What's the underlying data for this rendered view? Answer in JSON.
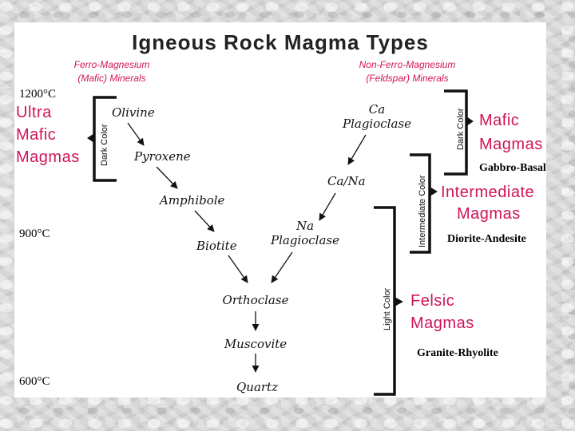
{
  "title": "Igneous Rock Magma Types",
  "columns": {
    "left": [
      "Ferro-Magnesium",
      "(Mafic) Minerals"
    ],
    "right": [
      "Non-Ferro-Magnesium",
      "(Feldspar) Minerals"
    ]
  },
  "temperatures": [
    "1200°C",
    "900°C",
    "600°C"
  ],
  "minerals": {
    "olivine": "Olivine",
    "pyroxene": "Pyroxene",
    "amphibole": "Amphibole",
    "biotite": "Biotite",
    "ca_plagioclase": [
      "Ca",
      "Plagioclase"
    ],
    "ca_na": "Ca/Na",
    "na_plagioclase": [
      "Na",
      "Plagioclase"
    ],
    "orthoclase": "Orthoclase",
    "muscovite": "Muscovite",
    "quartz": "Quartz"
  },
  "brackets": {
    "dark_left": "Dark Color",
    "dark_right": "Dark Color",
    "intermediate": "Intermediate Color",
    "light": "Light Color"
  },
  "magmas": {
    "ultramafic": [
      "Ultra",
      "Mafic",
      "Magmas"
    ],
    "mafic": [
      "Mafic",
      "Magmas"
    ],
    "intermediate": [
      "Intermediate",
      "Magmas"
    ],
    "felsic": [
      "Felsic",
      "Magmas"
    ]
  },
  "rocks": {
    "mafic": "Gabbro-Basalt",
    "intermediate": "Diorite-Andesite",
    "felsic": "Granite-Rhyolite"
  },
  "colors": {
    "magenta": "#d0145a",
    "ink": "#111111",
    "background": "#d6d6d6"
  }
}
